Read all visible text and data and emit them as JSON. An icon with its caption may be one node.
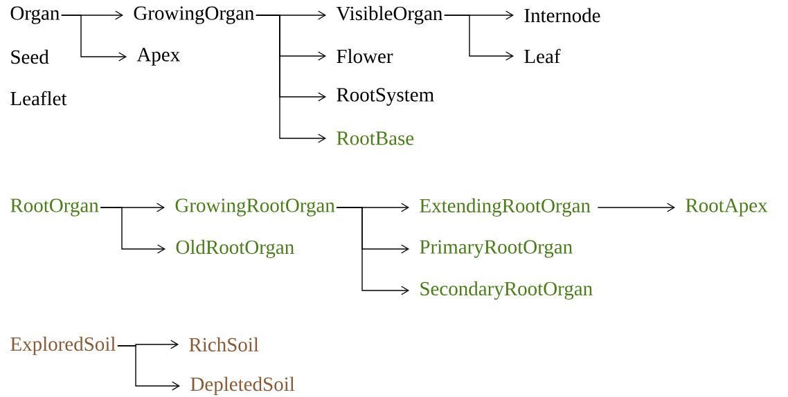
{
  "diagram": {
    "nodes": [
      {
        "text": [
          "Organ"
        ]
      },
      {
        "text": [
          "Seed"
        ]
      },
      {
        "text": [
          "Leaflet"
        ]
      },
      {
        "text": [
          "GrowingOrgan"
        ]
      },
      {
        "text": [
          "Apex"
        ]
      },
      {
        "text": [
          "VisibleOrgan"
        ]
      },
      {
        "text": [
          "Flower"
        ]
      },
      {
        "text": [
          "RootSystem"
        ]
      },
      {
        "text": [
          "RootBase"
        ]
      },
      {
        "text": [
          "Internode"
        ]
      },
      {
        "text": [
          "Leaf"
        ]
      },
      {
        "text": [
          "RootOrgan"
        ]
      },
      {
        "text": [
          "GrowingRootOrgan"
        ]
      },
      {
        "text": [
          "OldRootOrgan"
        ]
      },
      {
        "text": [
          "ExtendingRootOrgan"
        ]
      },
      {
        "text": [
          "PrimaryRootOrgan"
        ]
      },
      {
        "text": [
          "SecondaryRootOrgan"
        ]
      },
      {
        "text": [
          "RootApex"
        ]
      },
      {
        "text": [
          "ExploredSoil"
        ]
      },
      {
        "text": [
          "RichSoil"
        ]
      },
      {
        "text": [
          "DepletedSoil"
        ]
      }
    ],
    "edges": [
      {
        "from": 0,
        "to": 3,
        "arrow": "to"
      },
      {
        "from": 0,
        "to": 4,
        "arrow": "to"
      },
      {
        "from": 3,
        "to": 5,
        "arrow": "to"
      },
      {
        "from": 3,
        "to": 6,
        "arrow": "to"
      },
      {
        "from": 3,
        "to": 7,
        "arrow": "to"
      },
      {
        "from": 3,
        "to": 8,
        "arrow": "to"
      },
      {
        "from": 5,
        "to": 9,
        "arrow": "to"
      },
      {
        "from": 5,
        "to": 10,
        "arrow": "to"
      },
      {
        "from": 11,
        "to": 12,
        "arrow": "to"
      },
      {
        "from": 11,
        "to": 13,
        "arrow": "to"
      },
      {
        "from": 12,
        "to": 14,
        "arrow": "to"
      },
      {
        "from": 12,
        "to": 15,
        "arrow": "to"
      },
      {
        "from": 12,
        "to": 16,
        "arrow": "to"
      },
      {
        "from": 14,
        "to": 17,
        "arrow": "to"
      },
      {
        "from": 18,
        "to": 19,
        "arrow": "to"
      },
      {
        "from": 18,
        "to": 20,
        "arrow": "to"
      }
    ]
  }
}
